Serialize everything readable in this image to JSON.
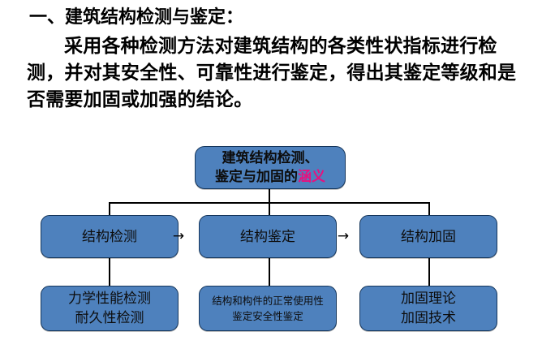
{
  "slide": {
    "heading": "一、建筑结构检测与鉴定：",
    "body": "采用各种检测方法对建筑结构的各类性状指标进行检测，并对其安全性、可靠性进行鉴定，得出其鉴定等级和是否需要加固或加强的结论。"
  },
  "diagram": {
    "root": {
      "line1": "建筑结构检测、",
      "line2_prefix": "鉴定与加固的",
      "line2_accent": "涵义",
      "accent_color": "#e8107f"
    },
    "tier2": [
      {
        "label": "结构检测"
      },
      {
        "label": "结构鉴定"
      },
      {
        "label": "结构加固"
      }
    ],
    "tier3": [
      {
        "line1": "力学性能检测",
        "line2": "耐久性检测"
      },
      {
        "line1": "结构和构件的正常使用性",
        "line2": "鉴定安全性鉴定"
      },
      {
        "line1": "加固理论",
        "line2": "加固技术"
      }
    ],
    "arrows": [
      {
        "glyph": "→"
      },
      {
        "glyph": "→"
      }
    ],
    "node_fill": "#4e81bd",
    "node_border": "#15365c"
  }
}
